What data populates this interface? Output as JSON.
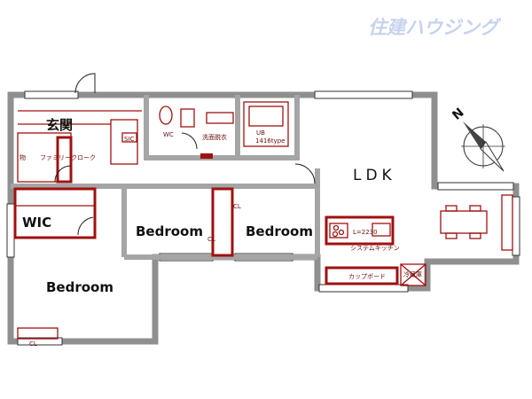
{
  "brand": {
    "logo_text": "住建ハウジング"
  },
  "compass": {
    "north_label": "N"
  },
  "rooms": {
    "entrance": "玄関",
    "sic": "SIC",
    "family_closet": "ファミリークローク",
    "storage": "物",
    "wc": "WC",
    "washroom": "洗面脱衣",
    "bath": "UB",
    "bath_type": "1416type",
    "ldk": "LDK",
    "wic": "WIC",
    "bedroom_main": "Bedroom",
    "bedroom_2": "Bedroom",
    "bedroom_3": "Bedroom",
    "closet_1": "CL",
    "closet_2": "CL",
    "closet_3": "CL",
    "kitchen_length": "L=2230",
    "kitchen": "システムキッチン",
    "cupboard": "カップボード",
    "fridge": "冷蔵庫"
  },
  "colors": {
    "wall": "#8f8f8f",
    "fixture": "#a01010",
    "logo": "#c5d3ee"
  }
}
